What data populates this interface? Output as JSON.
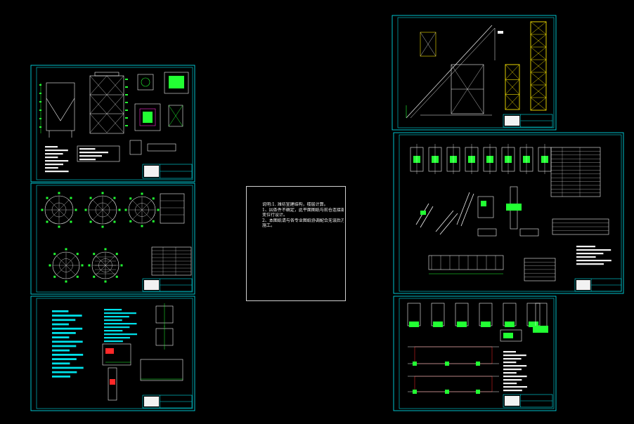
{
  "document": {
    "background": "#000000",
    "sheet_frame_color": "#00d6e0",
    "colors": {
      "cyan": "#00e0e8",
      "white": "#f2f2f2",
      "green": "#22ff33",
      "yellow": "#f4e000",
      "magenta": "#ff30d8",
      "red": "#ff2828",
      "blue": "#3a6cff"
    },
    "sheets": [
      {
        "id": "sheet-elevation-left",
        "kind": "elevation"
      },
      {
        "id": "sheet-plans-round",
        "kind": "plans"
      },
      {
        "id": "sheet-details-text",
        "kind": "notes-details"
      },
      {
        "id": "sheet-trestle-conveyor",
        "kind": "trestle"
      },
      {
        "id": "sheet-joint-details",
        "kind": "joints"
      },
      {
        "id": "sheet-truss-frames",
        "kind": "frames"
      }
    ],
    "notes_panel": {
      "lines": [
        "说明:1. 潍坊宣建结构，楼层计算。",
        "1、因条件不确定，此平面图纸与前仓连接部门",
        "  变位行设计。",
        "2、本图纸请与各专业图纸协调配合无误后方可",
        "  施工。"
      ]
    }
  }
}
